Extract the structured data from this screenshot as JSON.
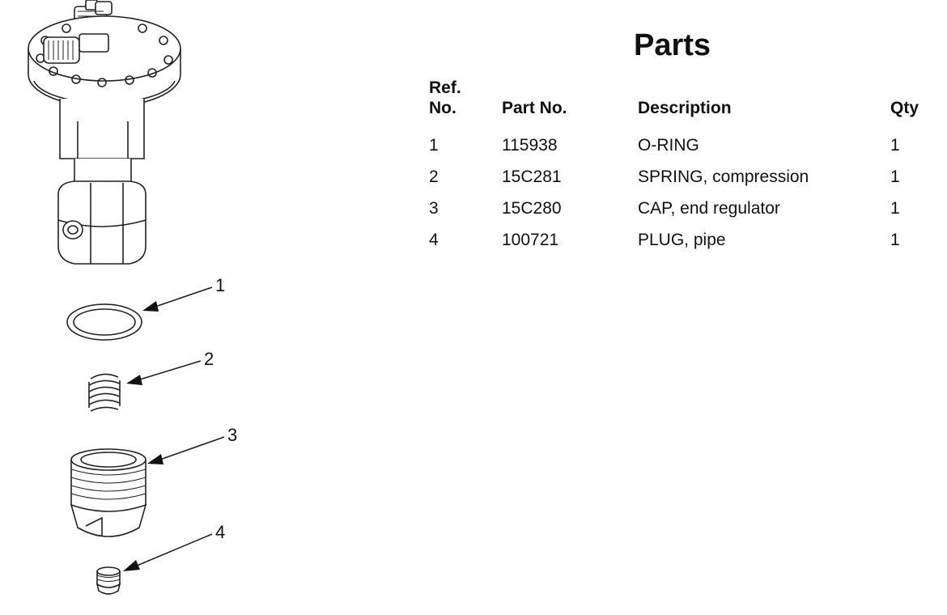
{
  "parts": {
    "title": "Parts",
    "headers": {
      "ref_line1": "Ref.",
      "ref_line2": "No.",
      "part_no": "Part No.",
      "description": "Description",
      "qty": "Qty"
    },
    "rows": [
      {
        "ref": "1",
        "part_no": "115938",
        "description": "O-RING",
        "qty": "1"
      },
      {
        "ref": "2",
        "part_no": "15C281",
        "description": "SPRING, compression",
        "qty": "1"
      },
      {
        "ref": "3",
        "part_no": "15C280",
        "description": "CAP, end regulator",
        "qty": "1"
      },
      {
        "ref": "4",
        "part_no": "100721",
        "description": "PLUG, pipe",
        "qty": "1"
      }
    ]
  },
  "diagram": {
    "callouts": [
      "1",
      "2",
      "3",
      "4"
    ]
  }
}
